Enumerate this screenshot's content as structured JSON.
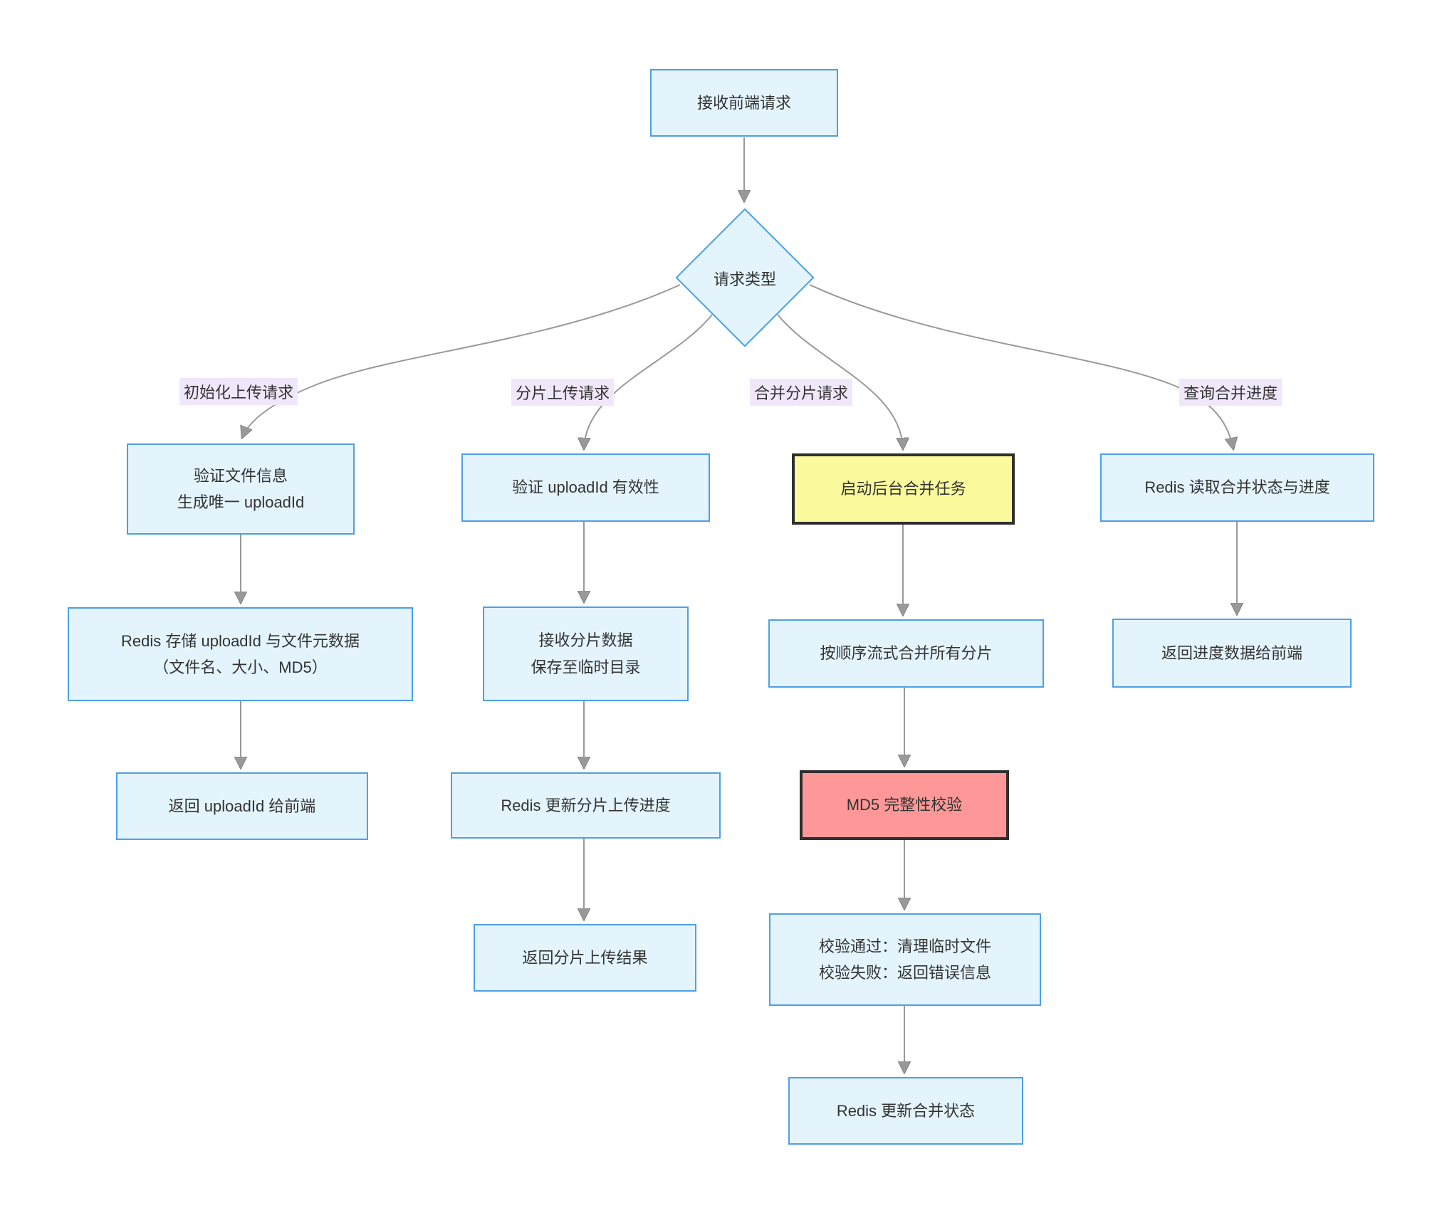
{
  "colors": {
    "node_fill": "#E3F4FD",
    "node_border": "#4D9FE8",
    "yellow_fill": "#FBFB9E",
    "red_fill": "#FE9898",
    "dark_border": "#2F2F2F",
    "edge_color": "#999999",
    "label_bg": "#F1E7FB",
    "text_color": "#333333"
  },
  "nodes": {
    "receive_request": {
      "label": "接收前端请求"
    },
    "request_type": {
      "label": "请求类型"
    },
    "init_validate": {
      "lines": [
        "验证文件信息",
        "生成唯一 uploadId"
      ]
    },
    "init_store": {
      "lines": [
        "Redis 存储 uploadId 与文件元数据",
        "（文件名、大小、MD5）"
      ]
    },
    "init_return": {
      "label": "返回 uploadId 给前端"
    },
    "chunk_validate": {
      "label": "验证 uploadId 有效性"
    },
    "chunk_receive": {
      "lines": [
        "接收分片数据",
        "保存至临时目录"
      ]
    },
    "chunk_progress": {
      "label": "Redis 更新分片上传进度"
    },
    "chunk_return": {
      "label": "返回分片上传结果"
    },
    "merge_start": {
      "label": "启动后台合并任务"
    },
    "merge_stream": {
      "label": "按顺序流式合并所有分片"
    },
    "merge_md5": {
      "label": "MD5 完整性校验"
    },
    "merge_result": {
      "lines": [
        "校验通过：清理临时文件",
        "校验失败：返回错误信息"
      ]
    },
    "merge_status": {
      "label": "Redis 更新合并状态"
    },
    "query_read": {
      "label": "Redis 读取合并状态与进度"
    },
    "query_return": {
      "label": "返回进度数据给前端"
    }
  },
  "edge_labels": {
    "init": "初始化上传请求",
    "chunk": "分片上传请求",
    "merge": "合并分片请求",
    "query": "查询合并进度"
  }
}
